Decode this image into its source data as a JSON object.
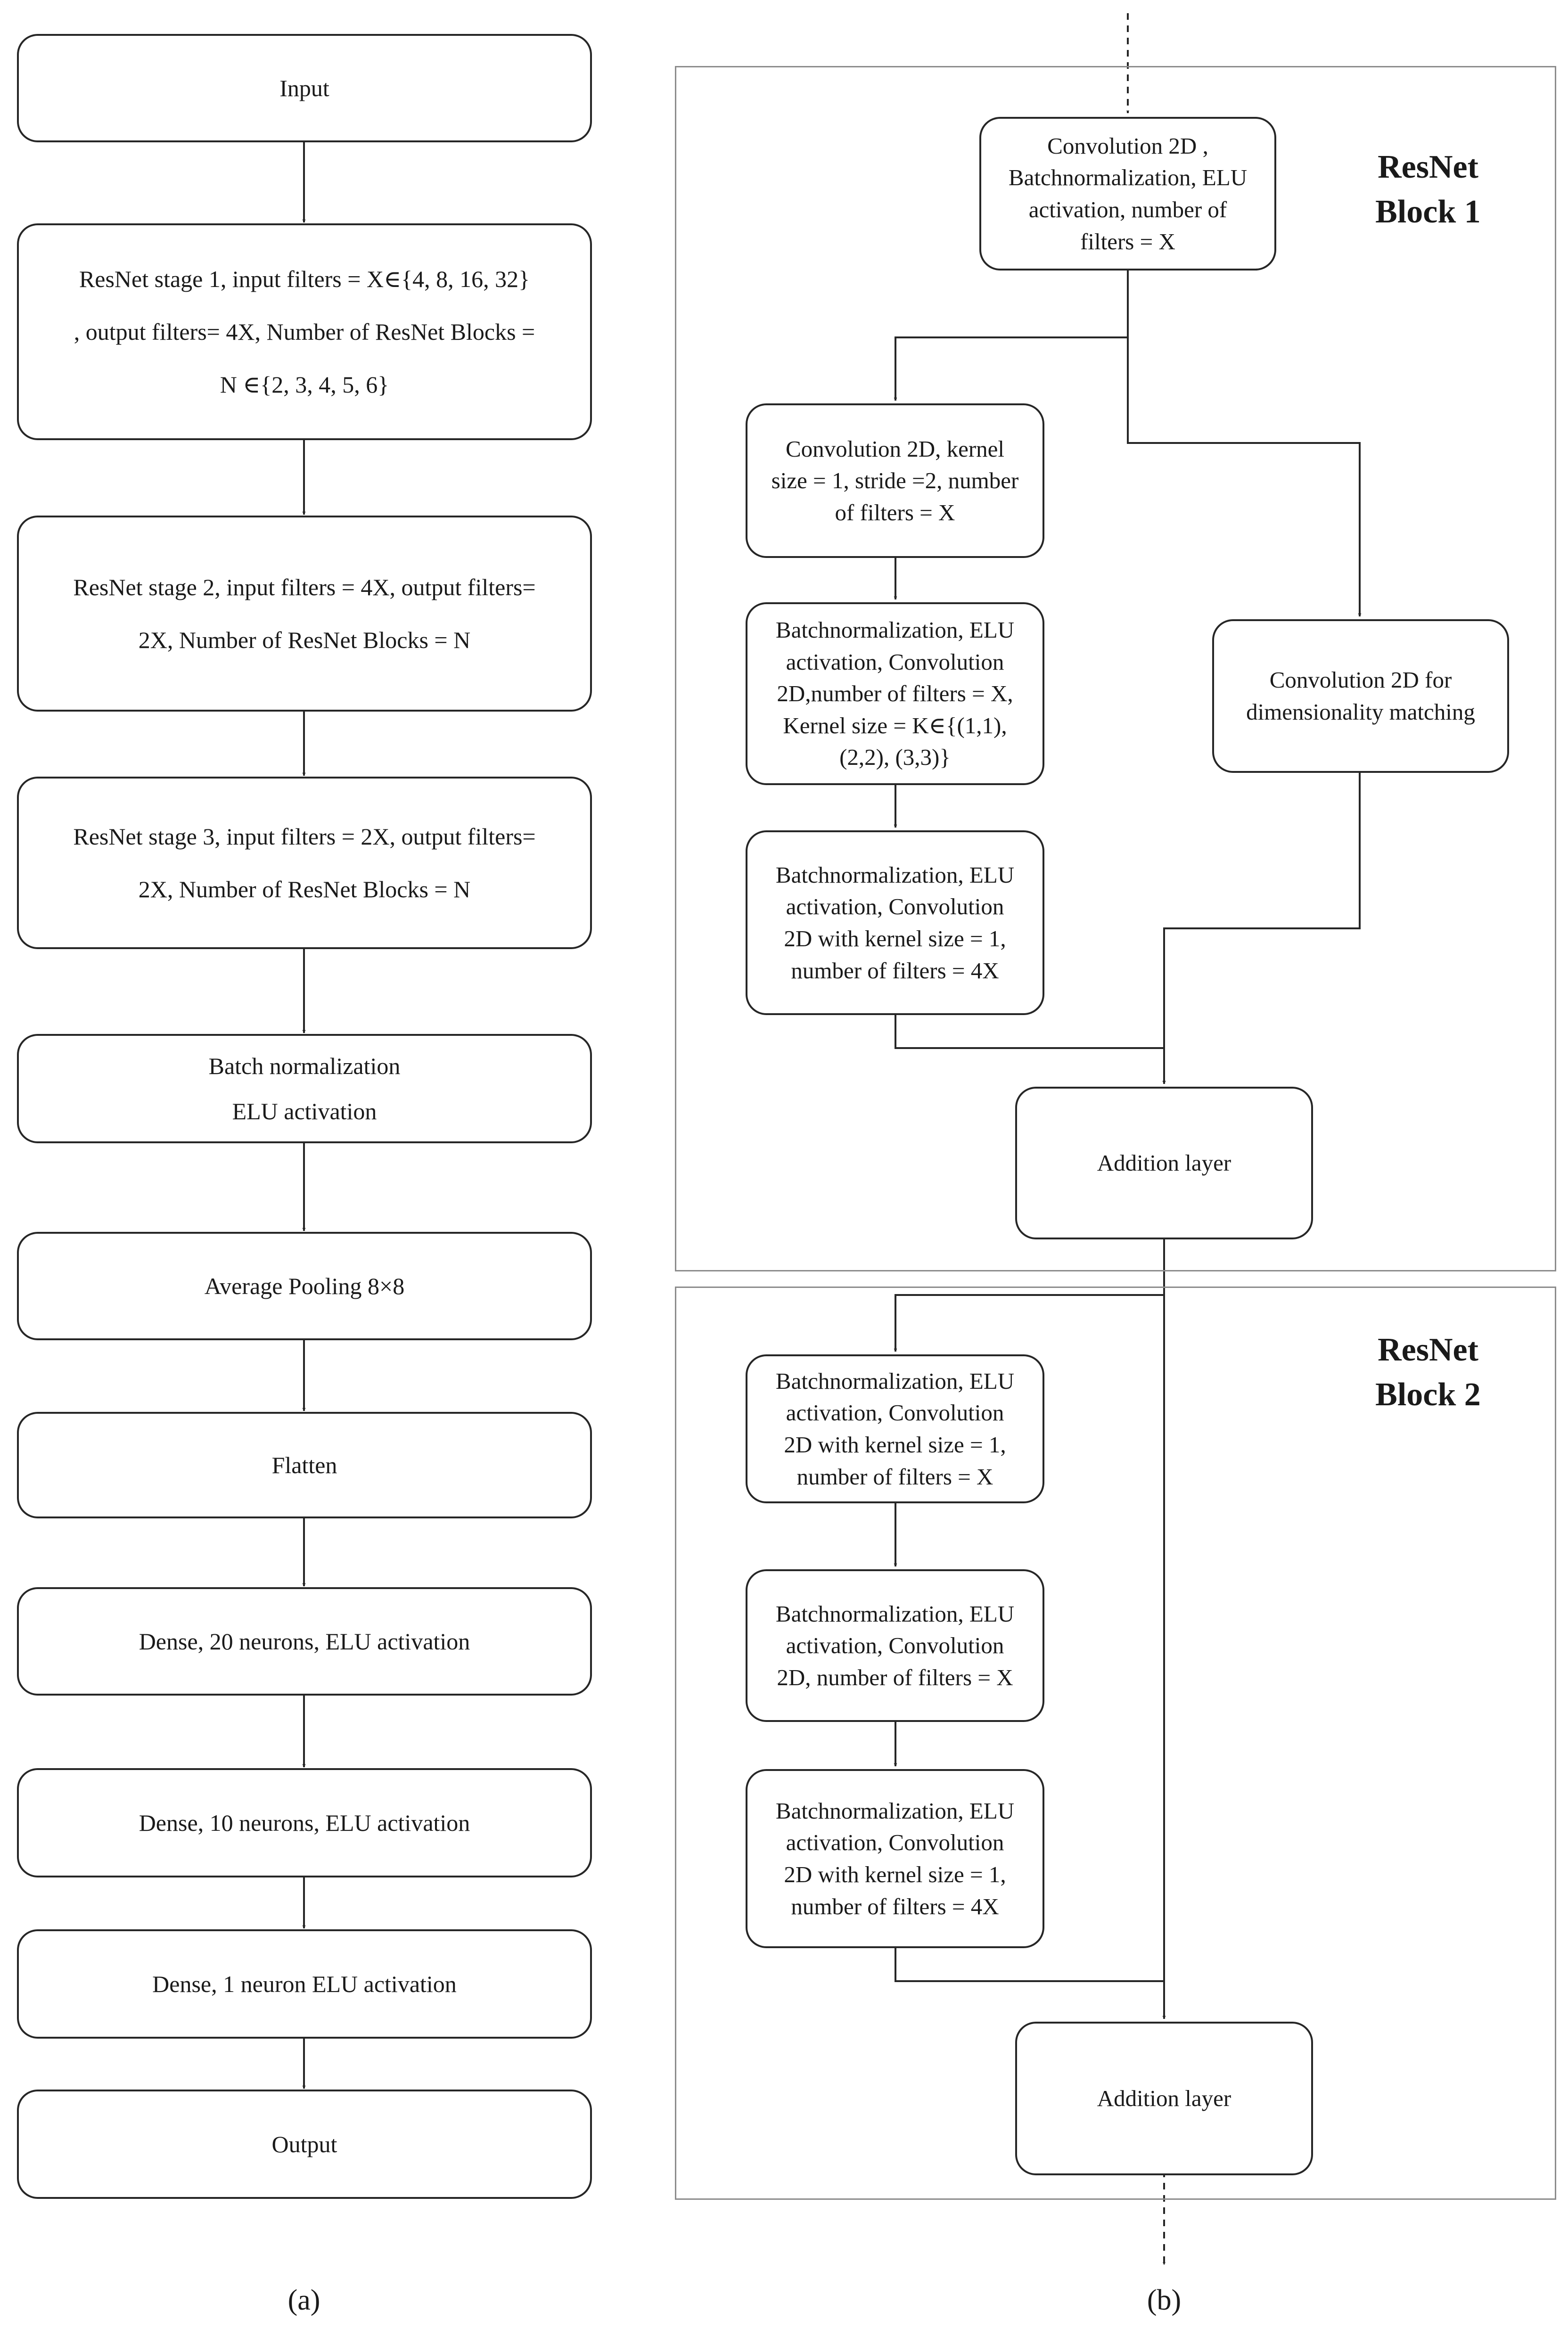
{
  "panel_a": {
    "nodes": {
      "input": [
        "Input"
      ],
      "stage1": [
        "ResNet stage 1, input filters = X∈{4, 8, 16, 32}",
        ", output filters= 4X, Number of ResNet Blocks =",
        "N ∈{2, 3, 4, 5, 6}"
      ],
      "stage2": [
        "ResNet stage 2,  input filters = 4X, output filters=",
        "2X, Number of ResNet Blocks = N"
      ],
      "stage3": [
        "ResNet stage 3, input filters = 2X, output filters=",
        "2X, Number of ResNet Blocks = N"
      ],
      "batchnorm": [
        "Batch normalization",
        "ELU activation"
      ],
      "avgpool": [
        "Average Pooling 8×8"
      ],
      "flatten": [
        "Flatten"
      ],
      "dense20": [
        "Dense, 20 neurons, ELU activation"
      ],
      "dense10": [
        "Dense, 10 neurons, ELU activation"
      ],
      "dense1": [
        "Dense, 1 neuron  ELU activation"
      ],
      "output": [
        "Output"
      ]
    },
    "caption": "(a)"
  },
  "panel_b": {
    "block1": {
      "title": [
        "ResNet",
        "Block 1"
      ],
      "nodes": {
        "conv_top": [
          "Convolution 2D ,",
          "Batchnormalization, ELU",
          "activation, number of",
          "filters = X"
        ],
        "conv_stride": [
          "Convolution 2D, kernel",
          "size = 1, stride =2, number",
          "of filters = X"
        ],
        "bn_conv_k": [
          "Batchnormalization, ELU",
          "activation, Convolution",
          "2D,number of filters = X,",
          "Kernel size = K∈{(1,1),",
          "(2,2), (3,3)}"
        ],
        "bn_conv_1x1": [
          "Batchnormalization, ELU",
          "activation, Convolution",
          "2D with kernel size = 1,",
          "number of filters = 4X"
        ],
        "dim_match": [
          "Convolution 2D for",
          "dimensionality matching"
        ],
        "addition": [
          "Addition layer"
        ]
      }
    },
    "block2": {
      "title": [
        "ResNet",
        "Block 2"
      ],
      "nodes": {
        "bn_conv_a": [
          "Batchnormalization, ELU",
          "activation, Convolution",
          "2D with kernel size = 1,",
          "number of filters = X"
        ],
        "bn_conv_b": [
          "Batchnormalization, ELU",
          "activation, Convolution",
          "2D, number of filters = X"
        ],
        "bn_conv_c": [
          "Batchnormalization, ELU",
          "activation, Convolution",
          "2D with kernel size = 1,",
          "number of filters = 4X"
        ],
        "addition": [
          "Addition layer"
        ]
      }
    },
    "caption": "(b)"
  },
  "colors": {
    "line": "#262626",
    "frame": "#8c8c8c",
    "background": "#ffffff"
  }
}
